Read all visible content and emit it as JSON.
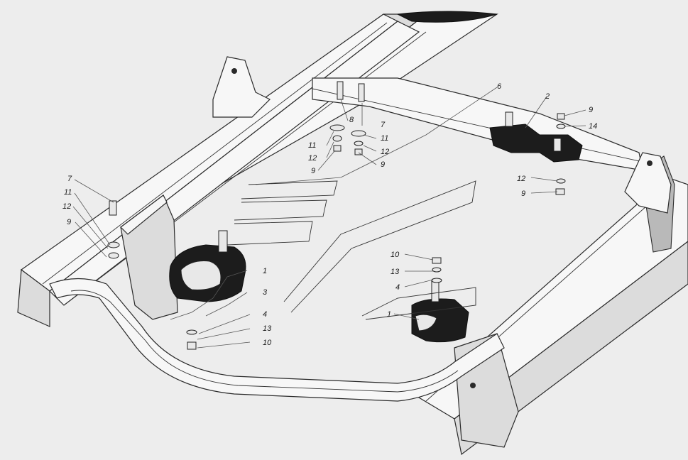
{
  "diagram": {
    "labels": [
      {
        "text": "1"
      },
      {
        "text": "1"
      },
      {
        "text": "2"
      },
      {
        "text": "3"
      },
      {
        "text": "4"
      },
      {
        "text": "4"
      },
      {
        "text": "6"
      },
      {
        "text": "7"
      },
      {
        "text": "7"
      },
      {
        "text": "8"
      },
      {
        "text": "9"
      },
      {
        "text": "9"
      },
      {
        "text": "9"
      },
      {
        "text": "9"
      },
      {
        "text": "9"
      },
      {
        "text": "10"
      },
      {
        "text": "10"
      },
      {
        "text": "11"
      },
      {
        "text": "11"
      },
      {
        "text": "11"
      },
      {
        "text": "12"
      },
      {
        "text": "12"
      },
      {
        "text": "12"
      },
      {
        "text": "12"
      },
      {
        "text": "13"
      },
      {
        "text": "13"
      },
      {
        "text": "14"
      }
    ]
  }
}
